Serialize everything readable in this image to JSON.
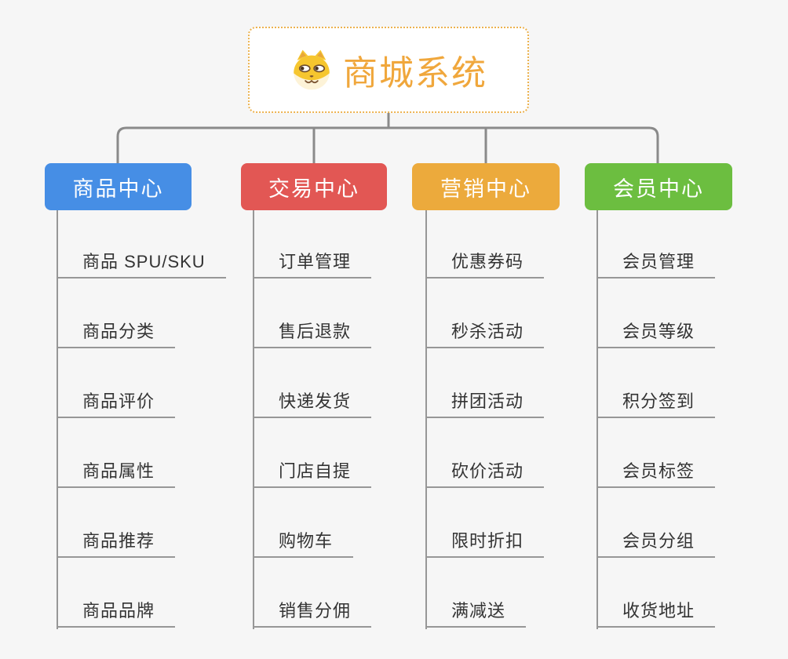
{
  "theme": {
    "background": "#f6f6f6",
    "connector_color": "#8a8a8a",
    "leaf_line_color": "#979797",
    "leaf_text_color": "#333333",
    "root_border_color": "#ecb24f",
    "root_text_color": "#f0a73c"
  },
  "root": {
    "label": "商城系统",
    "icon": "dog-face-icon"
  },
  "branches": [
    {
      "label": "商品中心",
      "color": "#468ee5",
      "children": [
        "商品 SPU/SKU",
        "商品分类",
        "商品评价",
        "商品属性",
        "商品推荐",
        "商品品牌"
      ]
    },
    {
      "label": "交易中心",
      "color": "#e25754",
      "children": [
        "订单管理",
        "售后退款",
        "快递发货",
        "门店自提",
        "购物车",
        "销售分佣"
      ]
    },
    {
      "label": "营销中心",
      "color": "#ecaa3c",
      "children": [
        "优惠券码",
        "秒杀活动",
        "拼团活动",
        "砍价活动",
        "限时折扣",
        "满减送"
      ]
    },
    {
      "label": "会员中心",
      "color": "#6cbe40",
      "children": [
        "会员管理",
        "会员等级",
        "积分签到",
        "会员标签",
        "会员分组",
        "收货地址"
      ]
    }
  ]
}
